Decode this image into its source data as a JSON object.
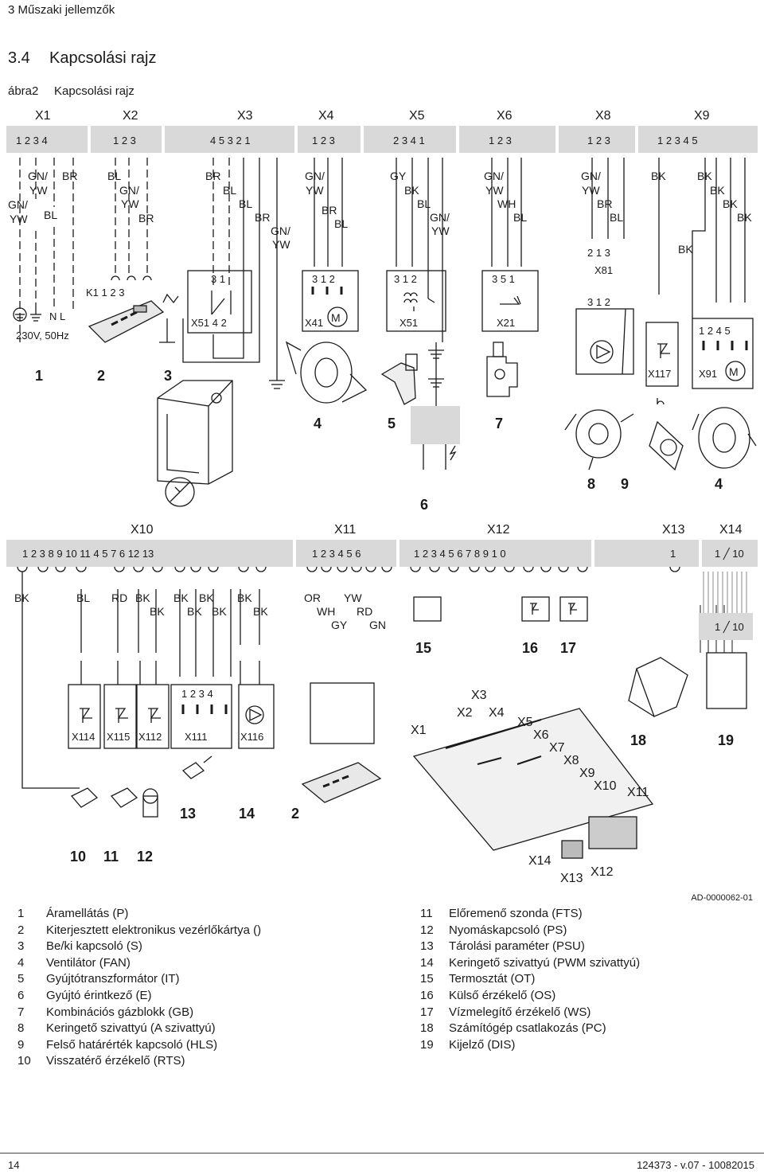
{
  "header": {
    "chapter": "3   Műszaki jellemzők"
  },
  "section": {
    "number": "3.4",
    "title": "Kapcsolási rajz"
  },
  "figure": {
    "label": "ábra2",
    "title": "Kapcsolási rajz",
    "article_id": "AD-0000062-01"
  },
  "top_connectors": [
    {
      "name": "X1",
      "pins": "1  2  3  4"
    },
    {
      "name": "X2",
      "pins": "1  2  3"
    },
    {
      "name": "X3",
      "pins": "4  5  3  2  1"
    },
    {
      "name": "X4",
      "pins": "1  2  3"
    },
    {
      "name": "X5",
      "pins": "2  3  4  1"
    },
    {
      "name": "X6",
      "pins": "1  2  3"
    },
    {
      "name": "X8",
      "pins": "1  2  3"
    },
    {
      "name": "X9",
      "pins": "1        2  3  4  5"
    }
  ],
  "bottom_connectors": [
    {
      "name": "X10",
      "pins": "1   2   3    8     9   10  11   4  5  7  6   12  13"
    },
    {
      "name": "X11",
      "pins": "1  2  3  4  5  6"
    },
    {
      "name": "X12",
      "pins": "1   2    3   4    5   6   7   8   9  1 0"
    },
    {
      "name": "X13",
      "pins": "1"
    },
    {
      "name": "X14",
      "pins": "1 ╱ 10"
    }
  ],
  "wire_colors": {
    "x1": [
      "GN/",
      "YW",
      "GN/",
      "YW",
      "BL",
      "BR"
    ],
    "x2": [
      "BL",
      "GN/",
      "YW",
      "BR"
    ],
    "x3": [
      "BR",
      "BL",
      "BL",
      "BR",
      "GN/",
      "YW"
    ],
    "x4": [
      "GN/",
      "YW",
      "BR",
      "BL"
    ],
    "x5": [
      "GY",
      "BK",
      "BL",
      "GN/",
      "YW"
    ],
    "x6": [
      "GN/",
      "YW",
      "WH",
      "BL"
    ],
    "x8": [
      "GN/",
      "YW",
      "BR",
      "BL"
    ],
    "x9": [
      "BK",
      "BK",
      "BK",
      "BK",
      "BK",
      "BK"
    ],
    "x10": [
      "BK",
      "BL",
      "RD",
      "BK",
      "BK",
      "BK",
      "BK",
      "BK",
      "BK",
      "BK",
      "BK"
    ],
    "x11": [
      "OR",
      "YW",
      "WH",
      "RD",
      "GY",
      "GN"
    ]
  },
  "terminals": {
    "k1": "K1   1   2   3",
    "power": "N   L",
    "supply": "230V, 50Hz",
    "x51a": "X51  4   2",
    "x51a_top": "3   1",
    "x41": "X41",
    "x41_top": "3  1  2",
    "x51b": "X51",
    "x51b_top": "3  1  2",
    "x21": "X21",
    "x21_top": "3  5  1",
    "x81": "X81",
    "x81_top": "2  1  3",
    "x81_bot": "3  1  2",
    "x117": "X117",
    "x91": "X91",
    "x91_top": "1  2  4  5",
    "x114": "X114",
    "x115": "X115",
    "x112": "X112",
    "x111": "X111",
    "x111_top": "1  2  3  4",
    "x116": "X116",
    "x14_bot": "1 ╱ 10",
    "motor": "M"
  },
  "board_labels": [
    "X1",
    "X2",
    "X3",
    "X4",
    "X5",
    "X6",
    "X7",
    "X8",
    "X9",
    "X10",
    "X11",
    "X14",
    "X13",
    "X12"
  ],
  "callouts": [
    "1",
    "2",
    "3",
    "4",
    "5",
    "6",
    "7",
    "8",
    "9",
    "4",
    "10",
    "11",
    "12",
    "13",
    "14",
    "2",
    "15",
    "16",
    "17",
    "18",
    "19"
  ],
  "legend_left": [
    {
      "n": "1",
      "t": "Áramellátás (P)"
    },
    {
      "n": "2",
      "t": "Kiterjesztett elektronikus vezérlőkártya ()"
    },
    {
      "n": "3",
      "t": "Be/ki kapcsoló (S)"
    },
    {
      "n": "4",
      "t": "Ventilátor (FAN)"
    },
    {
      "n": "5",
      "t": "Gyújtótranszformátor (IT)"
    },
    {
      "n": "6",
      "t": "Gyújtó érintkező (E)"
    },
    {
      "n": "7",
      "t": "Kombinációs gázblokk (GB)"
    },
    {
      "n": "8",
      "t": "Keringető szivattyú (A szivattyú)"
    },
    {
      "n": "9",
      "t": "Felső határérték kapcsoló (HLS)"
    },
    {
      "n": "10",
      "t": "Visszatérő érzékelő (RTS)"
    }
  ],
  "legend_right": [
    {
      "n": "11",
      "t": "Előremenő szonda (FTS)"
    },
    {
      "n": "12",
      "t": "Nyomáskapcsoló (PS)"
    },
    {
      "n": "13",
      "t": "Tárolási paraméter (PSU)"
    },
    {
      "n": "14",
      "t": "Keringető szivattyú (PWM szivattyú)"
    },
    {
      "n": "15",
      "t": "Termosztát (OT)"
    },
    {
      "n": "16",
      "t": "Külső érzékelő (OS)"
    },
    {
      "n": "17",
      "t": "Vízmelegítő érzékelő (WS)"
    },
    {
      "n": "18",
      "t": "Számítógép csatlakozás (PC)"
    },
    {
      "n": "19",
      "t": "Kijelző (DIS)"
    }
  ],
  "footer": {
    "page": "14",
    "doc": "124373 - v.07 - 10082015"
  }
}
